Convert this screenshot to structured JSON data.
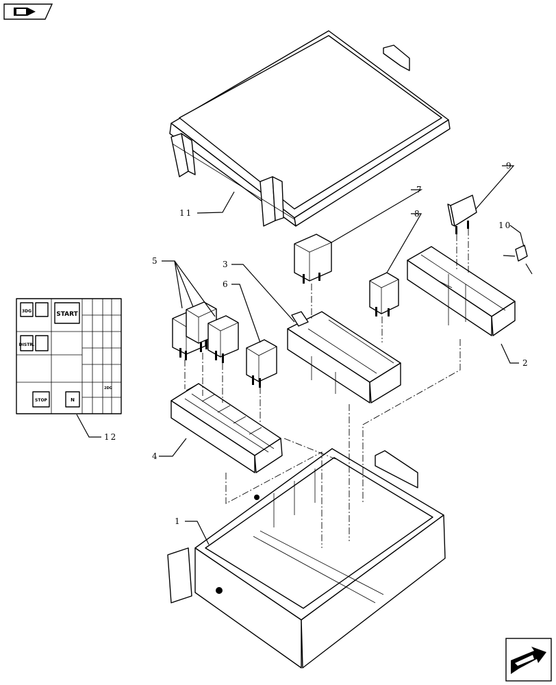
{
  "navigation": {
    "top_icon": "book-arrow-icon",
    "bottom_icon": "next-page-arrow-icon"
  },
  "callouts": {
    "c1": "1",
    "c2": "2",
    "c3": "3",
    "c4": "4",
    "c5": "5",
    "c6": "6",
    "c7": "7",
    "c8": "8",
    "c9": "9",
    "c10": "10",
    "c11": "11",
    "c12": "12"
  },
  "decal": {
    "start": "START",
    "distr": "DISTR.",
    "stop": "STOP",
    "neutral": "N",
    "code_top": "3DG",
    "code_mid": "2DG"
  }
}
